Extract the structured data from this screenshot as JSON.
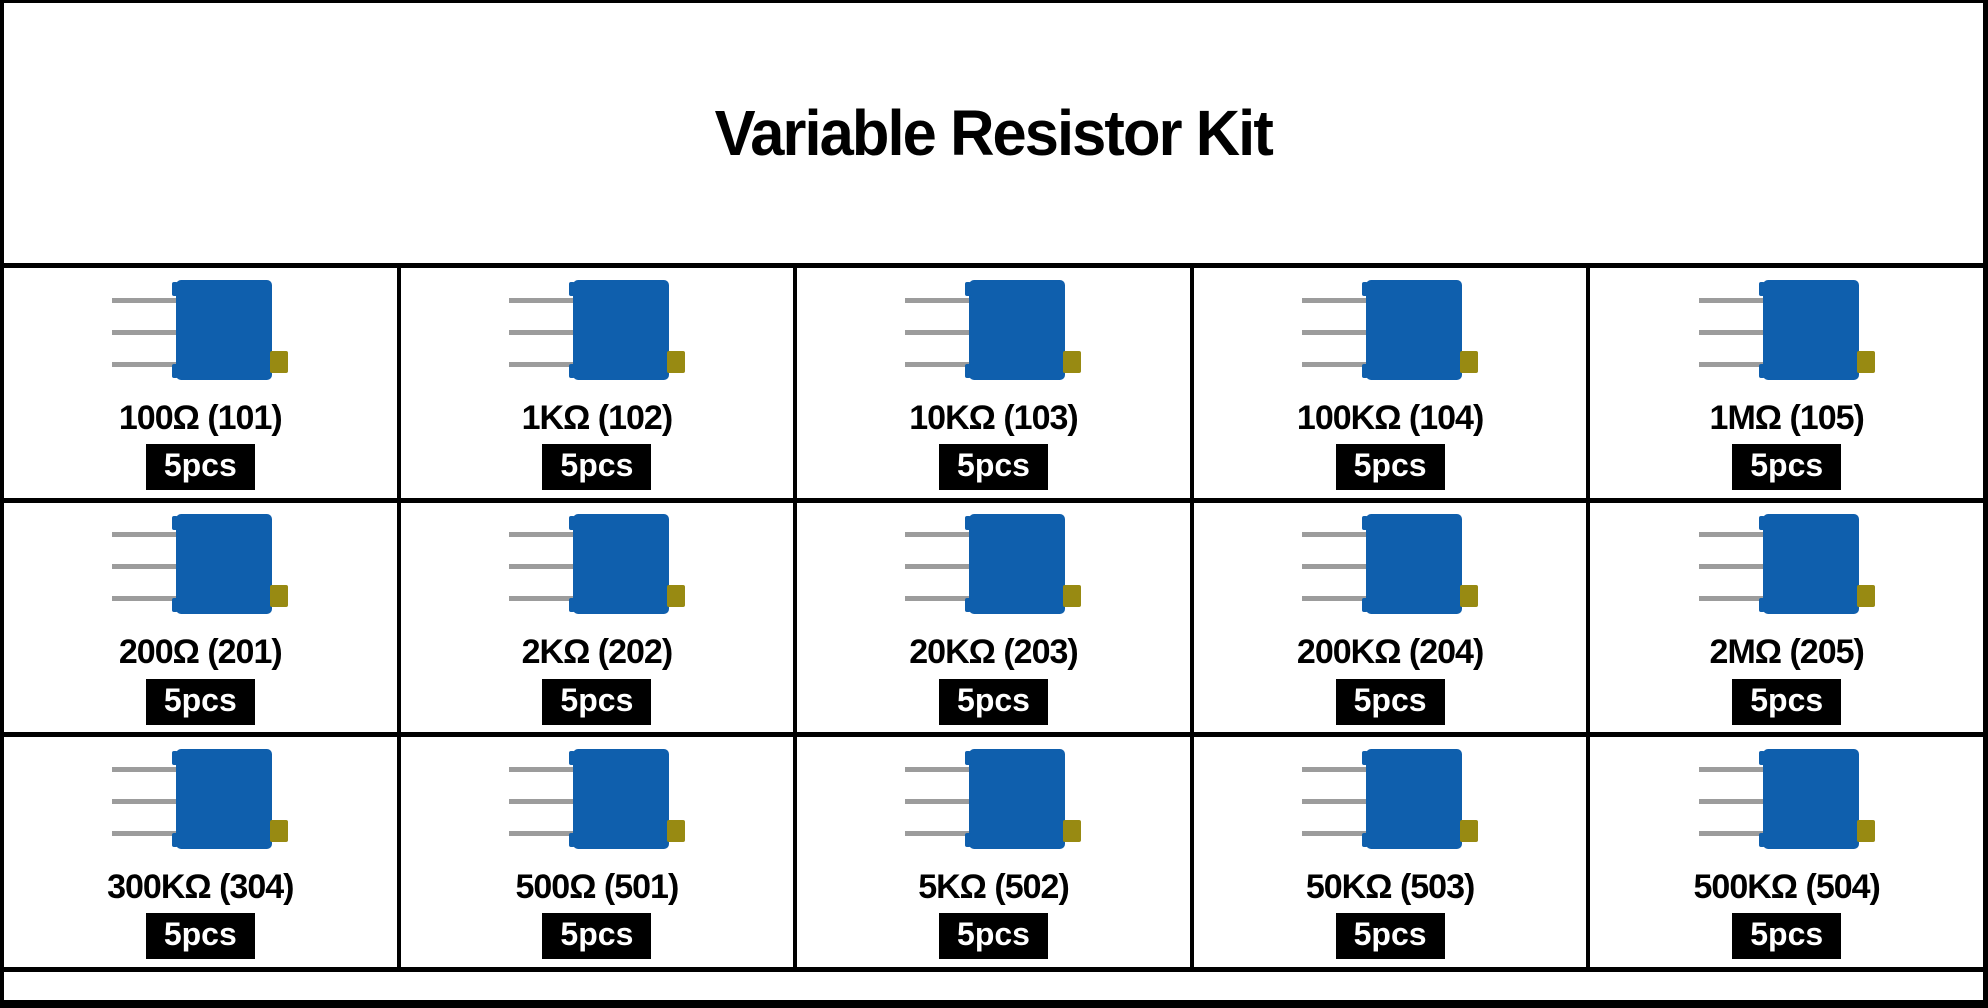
{
  "title": "Variable Resistor Kit",
  "colors": {
    "frame_black": "#000000",
    "pot_body_blue": "#0f5fad",
    "pot_pin_gray": "#9c9c9c",
    "pot_screw_gold": "#988a12",
    "badge_bg": "#000000",
    "badge_text": "#ffffff"
  },
  "grid": {
    "rows": 3,
    "cols": 5
  },
  "items": [
    {
      "value": "100Ω (101)",
      "qty": "5pcs"
    },
    {
      "value": "1KΩ (102)",
      "qty": "5pcs"
    },
    {
      "value": "10KΩ (103)",
      "qty": "5pcs"
    },
    {
      "value": "100KΩ (104)",
      "qty": "5pcs"
    },
    {
      "value": "1MΩ (105)",
      "qty": "5pcs"
    },
    {
      "value": "200Ω (201)",
      "qty": "5pcs"
    },
    {
      "value": "2KΩ (202)",
      "qty": "5pcs"
    },
    {
      "value": "20KΩ (203)",
      "qty": "5pcs"
    },
    {
      "value": "200KΩ (204)",
      "qty": "5pcs"
    },
    {
      "value": "2MΩ (205)",
      "qty": "5pcs"
    },
    {
      "value": "300KΩ (304)",
      "qty": "5pcs"
    },
    {
      "value": "500Ω (501)",
      "qty": "5pcs"
    },
    {
      "value": "5KΩ (502)",
      "qty": "5pcs"
    },
    {
      "value": "50KΩ (503)",
      "qty": "5pcs"
    },
    {
      "value": "500KΩ (504)",
      "qty": "5pcs"
    }
  ]
}
